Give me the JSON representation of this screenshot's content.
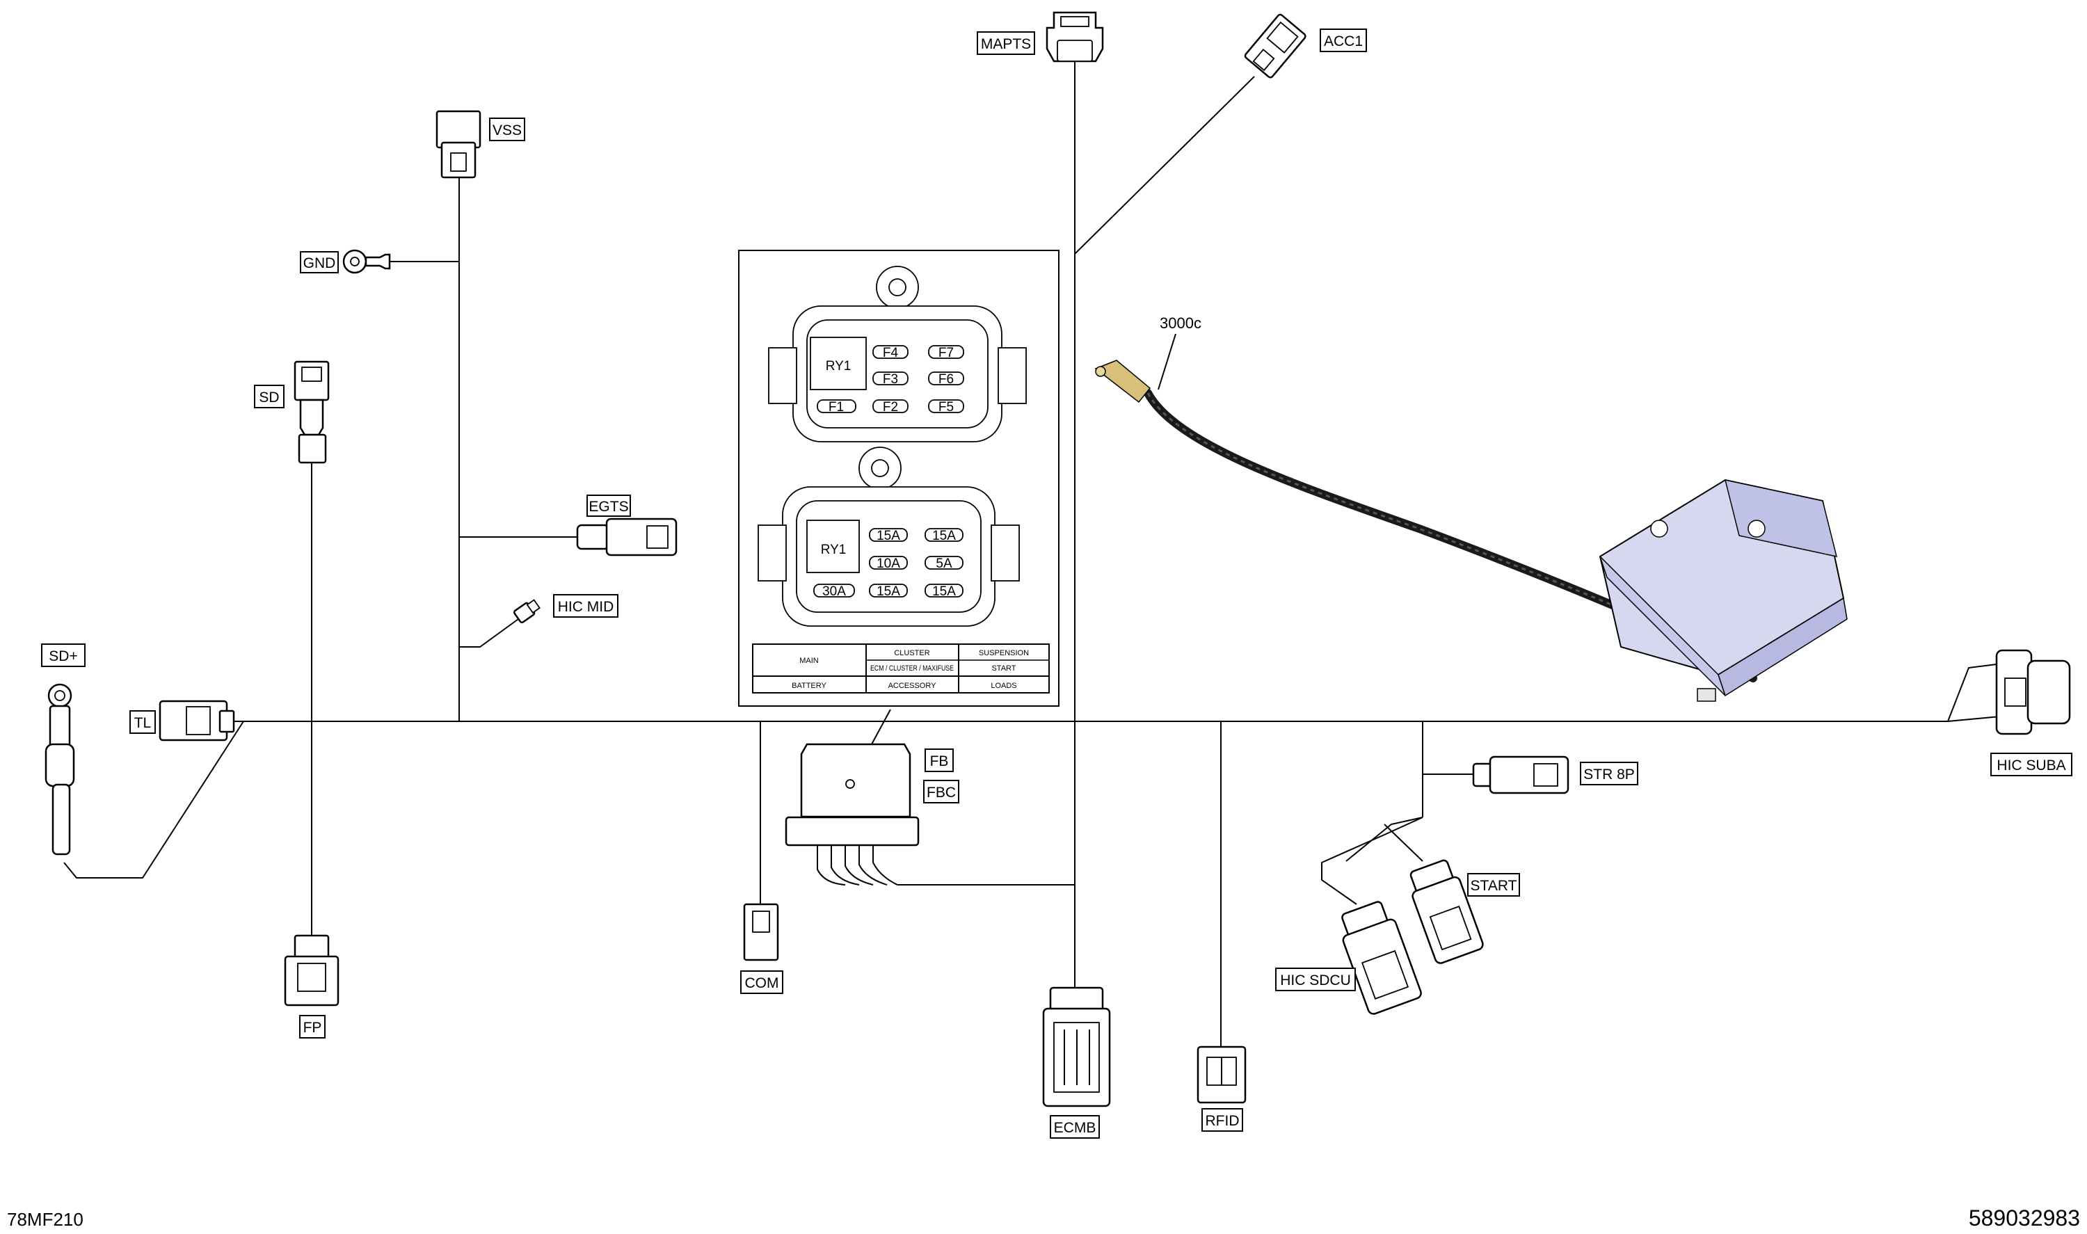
{
  "connectors": {
    "mapts": "MAPTS",
    "acc1": "ACC1",
    "vss": "VSS",
    "gnd": "GND",
    "sd": "SD",
    "egts": "EGTS",
    "hic_mid": "HIC MID",
    "sd_plus": "SD+",
    "tl": "TL",
    "fb": "FB",
    "fbc": "FBC",
    "com": "COM",
    "fp": "FP",
    "ecmb": "ECMB",
    "rfid": "RFID",
    "str8p": "STR 8P",
    "start": "START",
    "hic_sdcu": "HIC SDCU",
    "hic_suba": "HIC SUBA"
  },
  "note_3000c": "3000c",
  "fuse_box_upper": {
    "relay": "RY1",
    "fuses": [
      "F4",
      "F7",
      "F3",
      "F6",
      "F1",
      "F2",
      "F5"
    ]
  },
  "fuse_box_lower": {
    "relay": "RY1",
    "ratings": [
      "15A",
      "15A",
      "10A",
      "5A",
      "30A",
      "15A",
      "15A"
    ]
  },
  "legend_table": {
    "main": "MAIN",
    "cluster": "CLUSTER",
    "suspension": "SUSPENSION",
    "ecm_cluster": "ECM / CLUSTER / MAXIFUSE",
    "start": "START",
    "battery": "BATTERY",
    "accessory": "ACCESSORY",
    "loads": "LOADS"
  },
  "footer": {
    "drawing_code": "78MF210",
    "part_number": "589032983"
  }
}
